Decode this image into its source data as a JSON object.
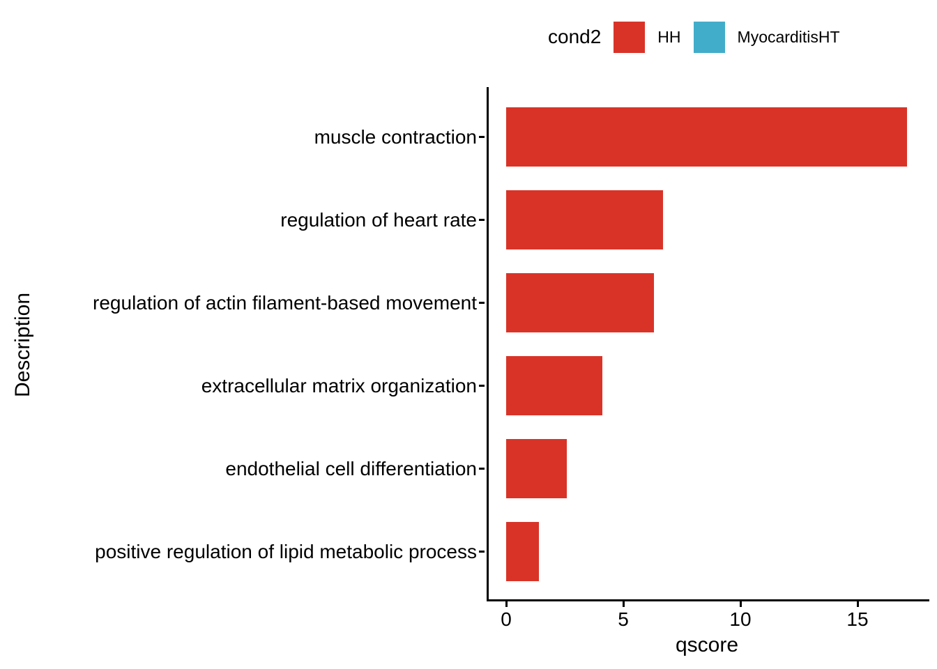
{
  "accent_colors": {
    "bar_red": "#D93328",
    "legend_teal": "#42ADCA",
    "axis_black": "#000000"
  },
  "legend": {
    "title": "cond2",
    "entries": [
      {
        "label": "HH",
        "color": "#D93328"
      },
      {
        "label": "MyocarditisHT",
        "color": "#42ADCA"
      }
    ],
    "position": "top"
  },
  "chart_data": {
    "type": "bar",
    "orientation": "horizontal",
    "title": "",
    "xlabel": "qscore",
    "ylabel": "Description",
    "categories": [
      "muscle contraction",
      "regulation of heart rate",
      "regulation of actin filament-based movement",
      "extracellular matrix organization",
      "endothelial cell differentiation",
      "positive regulation of lipid metabolic process"
    ],
    "series": [
      {
        "name": "HH",
        "color": "#D93328",
        "values": [
          17.1,
          6.7,
          6.3,
          4.1,
          2.6,
          1.4
        ]
      }
    ],
    "x_ticks": [
      0,
      5,
      10,
      15
    ],
    "xlim": [
      0,
      18
    ],
    "grid": false,
    "legend_position": "top"
  }
}
